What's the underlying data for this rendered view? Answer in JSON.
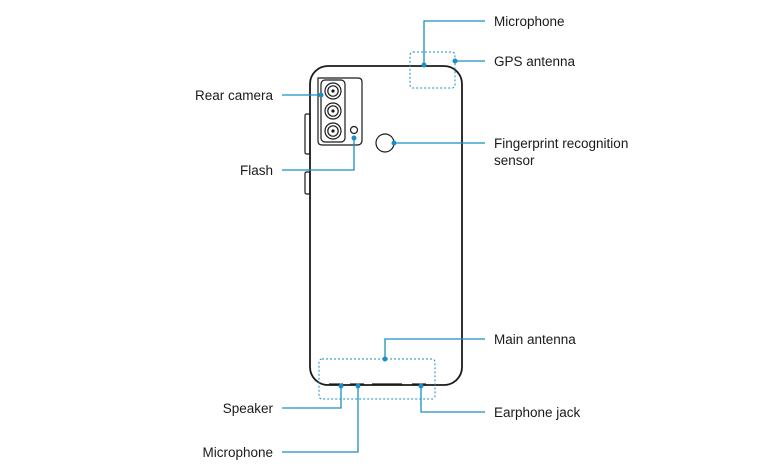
{
  "labels": {
    "microphone_top": "Microphone",
    "gps_antenna": "GPS antenna",
    "rear_camera": "Rear camera",
    "fingerprint_line1": "Fingerprint recognition",
    "fingerprint_line2": "sensor",
    "flash": "Flash",
    "main_antenna": "Main antenna",
    "speaker": "Speaker",
    "earphone_jack": "Earphone jack",
    "microphone_bottom": "Microphone"
  },
  "colors": {
    "leader": "#1a8fc4",
    "outline": "#1a1a1a"
  }
}
